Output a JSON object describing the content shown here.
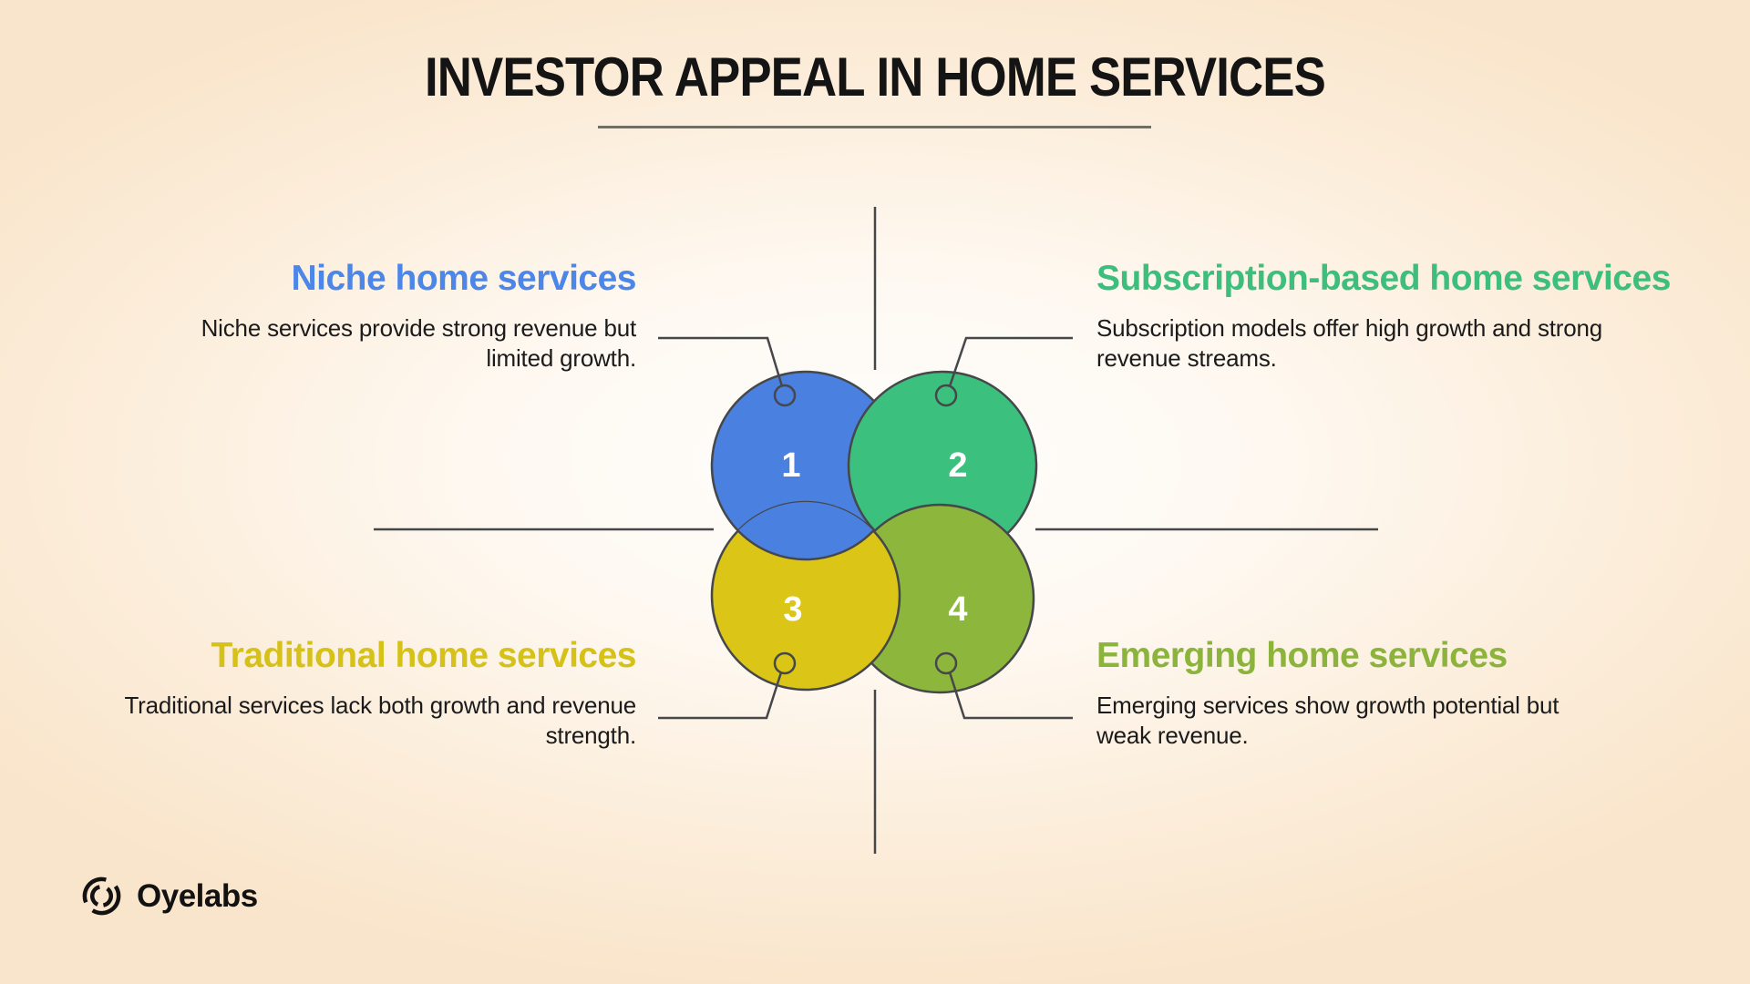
{
  "title": "INVESTOR APPEAL IN HOME SERVICES",
  "colors": {
    "outline": "#45474B",
    "title_text": "#141414",
    "underline": "#716E64",
    "body_text": "#1B1B1B",
    "number_text": "#FFFFFF",
    "background_center": "#FFFEFD",
    "background_edge": "#F9E5CB"
  },
  "quadrants": [
    {
      "number": "1",
      "heading": "Niche home services",
      "heading_color": "#4C86E8",
      "circle_color": "#4A80DF",
      "desc_line1": "Niche services provide strong revenue but",
      "desc_line2": "limited growth."
    },
    {
      "number": "2",
      "heading": "Subscription-based home services",
      "heading_color": "#3DBE7C",
      "circle_color": "#3CC07D",
      "desc_line1": "Subscription models offer high growth and strong",
      "desc_line2": "revenue streams."
    },
    {
      "number": "3",
      "heading": "Traditional home services",
      "heading_color": "#D5C117",
      "circle_color": "#DBC516",
      "desc_line1": "Traditional services lack both growth and revenue",
      "desc_line2": "strength."
    },
    {
      "number": "4",
      "heading": "Emerging home services",
      "heading_color": "#8CB43C",
      "circle_color": "#8CB63C",
      "desc_line1": "Emerging services show growth potential but",
      "desc_line2": "weak revenue."
    }
  ],
  "logo": {
    "text": "Oyelabs"
  }
}
